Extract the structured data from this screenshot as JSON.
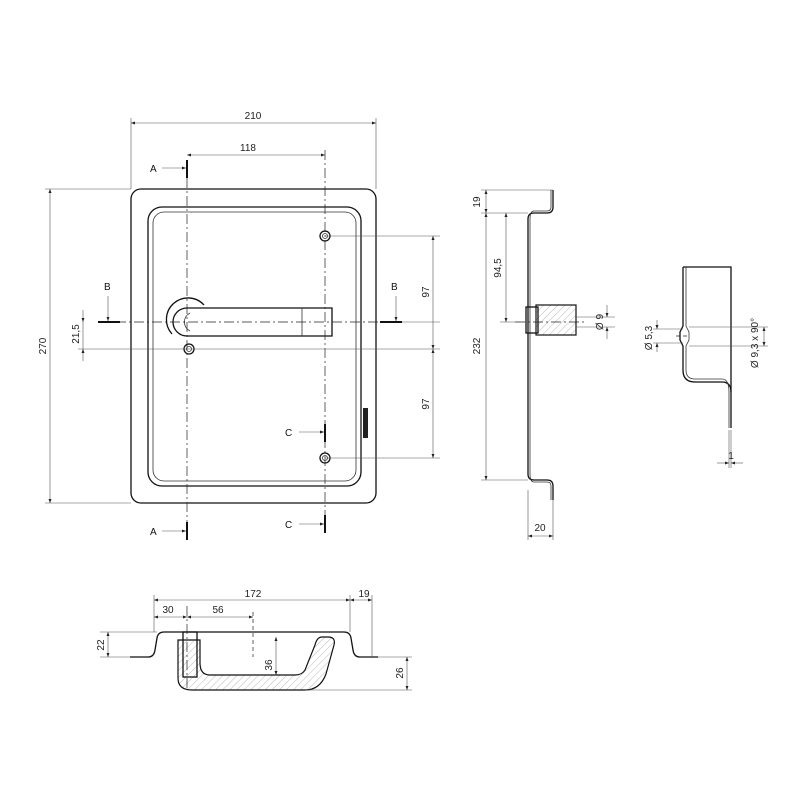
{
  "front_view": {
    "dims": {
      "width": "210",
      "hole_offset": "118",
      "height": "270",
      "offset_v": "21,5",
      "upper_pitch": "97",
      "lower_pitch": "97"
    },
    "sections": {
      "a_top": "A",
      "a_bottom": "A",
      "b_left": "B",
      "b_right": "B",
      "c_top": "C",
      "c_bottom": "C"
    }
  },
  "side_view": {
    "dims": {
      "top": "19",
      "height": "232",
      "axis": "94,5",
      "shaft_dia": "Ø 9",
      "depth": "20"
    }
  },
  "detail_view": {
    "dims": {
      "hole_dia": "Ø 5,3",
      "countersink": "Ø 9,3 x 90°",
      "thickness": "1"
    }
  },
  "section_view": {
    "dims": {
      "length": "172",
      "flange": "19",
      "axis": "30",
      "handle_offset": "56",
      "recess_depth": "22",
      "handle_height": "36",
      "projection": "26"
    }
  }
}
